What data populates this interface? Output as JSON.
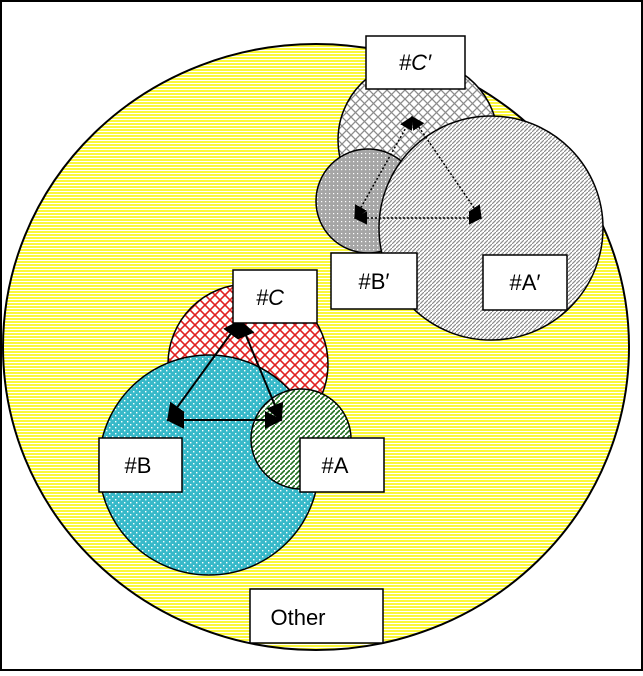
{
  "colors": {
    "outer_fill": "#fbf83a",
    "outer_stripe": "#ffffff",
    "circle_c_fill": "#e02020",
    "circle_b_fill": "#37b9c9",
    "circle_a_fill": "#1f6e1f",
    "gray_fill": "#8c8c8c",
    "frame": "#000000"
  },
  "labels": {
    "c_prime": "#C′",
    "b_prime": "#B′",
    "a_prime": "#A′",
    "c": "#C",
    "b": "#B",
    "a": "#A",
    "other": "Other"
  }
}
